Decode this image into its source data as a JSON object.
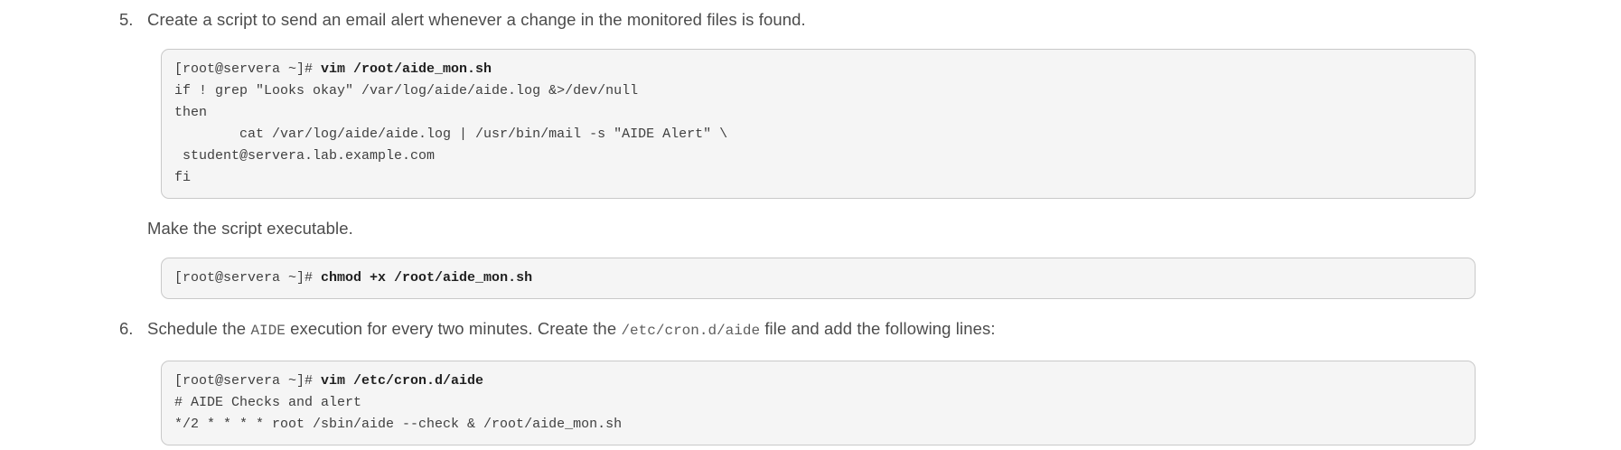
{
  "page": {
    "background_color": "#ffffff",
    "body_text_color": "#4c4c4c",
    "code_background_color": "#f5f5f5",
    "code_border_color": "#c9c9c9",
    "code_text_color": "#3f3f3f"
  },
  "step5": {
    "number": "5.",
    "instruction": "Create a script to send an email alert whenever a change in the monitored files is found.",
    "code_create_script": {
      "prompt": "[root@servera ~]# ",
      "command": "vim /root/aide_mon.sh",
      "lines": [
        "if ! grep \"Looks okay\" /var/log/aide/aide.log &>/dev/null",
        "then",
        "        cat /var/log/aide/aide.log | /usr/bin/mail -s \"AIDE Alert\" \\",
        " student@servera.lab.example.com",
        "fi"
      ]
    },
    "note": "Make the script executable.",
    "code_chmod": {
      "prompt": "[root@servera ~]# ",
      "command": "chmod +x /root/aide_mon.sh"
    }
  },
  "step6": {
    "number": "6.",
    "instruction": {
      "text_1": "Schedule the ",
      "code_1": "AIDE",
      "text_2": " execution for every two minutes. Create the ",
      "code_2": "/etc/cron.d/aide",
      "text_3": " file and add the following lines:"
    },
    "code_cron": {
      "prompt": "[root@servera ~]# ",
      "command": "vim /etc/cron.d/aide",
      "lines": [
        "# AIDE Checks and alert",
        "*/2 * * * * root /sbin/aide --check & /root/aide_mon.sh"
      ]
    }
  }
}
